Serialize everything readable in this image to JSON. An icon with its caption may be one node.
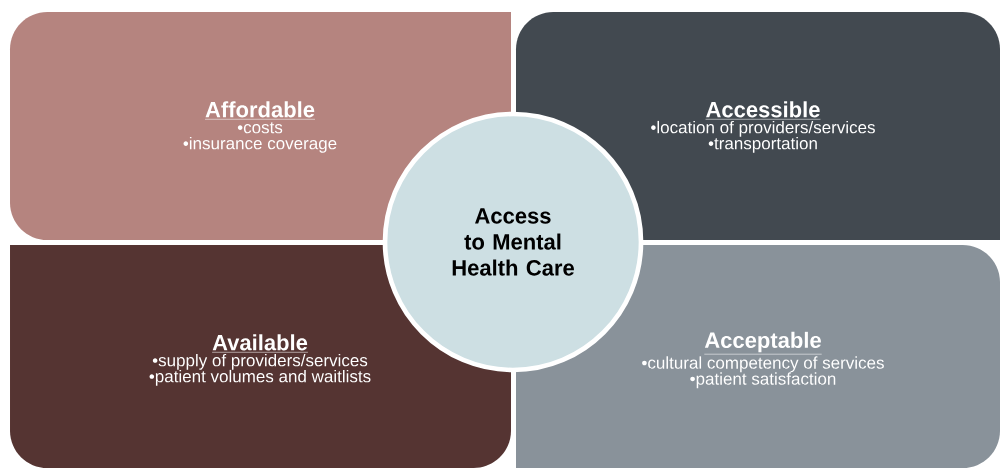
{
  "diagram": {
    "nodes": [
      {
        "text": [
          "Affordable",
          "•costs",
          "•insurance coverage"
        ]
      },
      {
        "text": [
          "Accessible",
          "•location of providers/services",
          "•transportation"
        ]
      },
      {
        "text": [
          "Access to Mental Health Care"
        ]
      },
      {
        "text": [
          "Available",
          "•supply of providers/services",
          "•patient volumes and waitlists"
        ]
      },
      {
        "text": [
          "Acceptable",
          "•cultural competency of services",
          "•patient satisfaction"
        ]
      }
    ]
  }
}
